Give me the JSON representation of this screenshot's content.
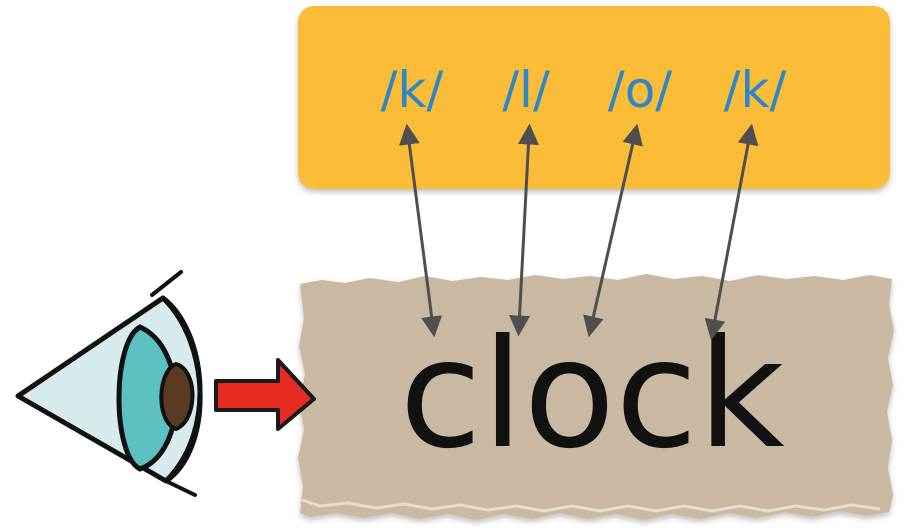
{
  "phonemes": [
    "/k/",
    "/l/",
    "/o/",
    "/k/"
  ],
  "word": "clock",
  "colors": {
    "phoneme_box": "#fbbd37",
    "phoneme_text": "#2e86c8",
    "paper": "#c9b9a2",
    "arrow_line": "#4f4f4f",
    "pointer_arrow": "#e52b22",
    "eye_sclera": "#d8ebec",
    "eye_iris": "#5bc0bf",
    "eye_pupil": "#5a3a22"
  },
  "icons": {
    "eye": "eye-icon",
    "pointer": "right-arrow-icon"
  }
}
